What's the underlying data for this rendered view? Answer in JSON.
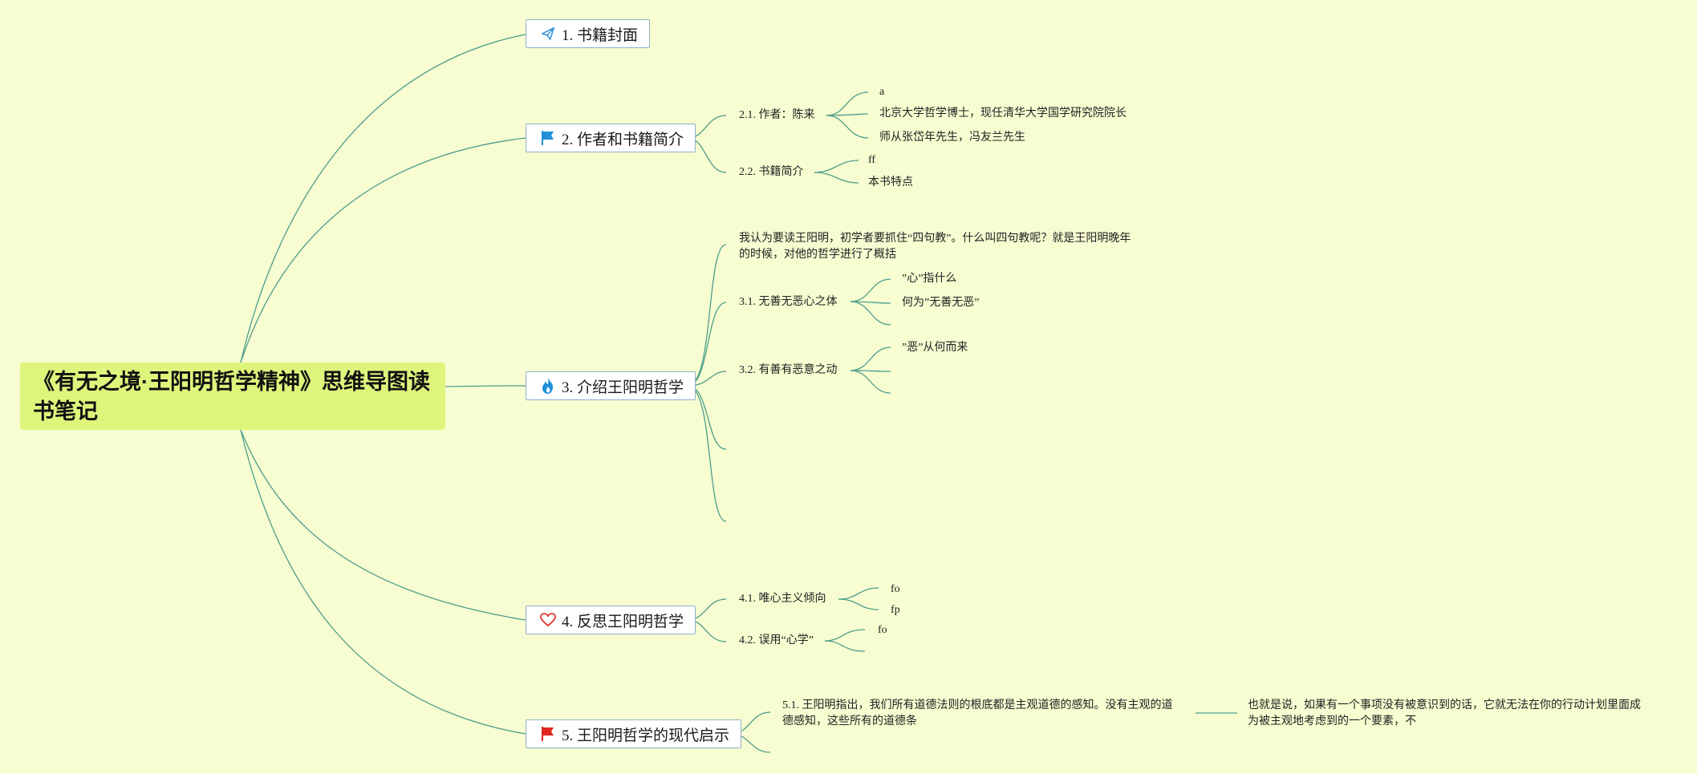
{
  "root": {
    "title": "《有无之境·王阳明哲学精神》思维导图读书笔记"
  },
  "branches": [
    {
      "id": "b1",
      "label": "1. 书籍封面",
      "icon": "paper-plane-icon",
      "icon_color": "#2b8fd6",
      "children": []
    },
    {
      "id": "b2",
      "label": "2. 作者和书籍简介",
      "icon": "flag-icon",
      "icon_color": "#1e8fd8",
      "children": [
        {
          "label": "2.1. 作者：陈来",
          "children": [
            "a",
            "北京大学哲学博士，现任清华大学国学研究院院长",
            "师从张岱年先生，冯友兰先生"
          ]
        },
        {
          "label": "2.2. 书籍简介",
          "children": [
            "ff",
            "本书特点"
          ]
        }
      ]
    },
    {
      "id": "b3",
      "label": "3. 介绍王阳明哲学",
      "icon": "fire-icon",
      "icon_color": "#1e8fd8",
      "children": [
        {
          "label": "我认为要读王阳明，初学者要抓住“四句教”。什么叫四句教呢？就是王阳明晚年的时候，对他的哲学进行了概括",
          "children": []
        },
        {
          "label": "3.1. 无善无恶心之体",
          "children": [
            "”心”指什么",
            "何为”无善无恶”",
            ""
          ]
        },
        {
          "label": "3.2. 有善有恶意之动",
          "children": [
            "”恶”从何而来",
            "",
            ""
          ]
        },
        {
          "label": "",
          "children": []
        },
        {
          "label": "",
          "children": []
        }
      ]
    },
    {
      "id": "b4",
      "label": "4. 反思王阳明哲学",
      "icon": "heart-icon",
      "icon_color": "#e03a2f",
      "children": [
        {
          "label": "4.1. 唯心主义倾向",
          "children": [
            "fo",
            "fp"
          ]
        },
        {
          "label": "4.2. 误用“心学”",
          "children": [
            "fo",
            ""
          ]
        }
      ]
    },
    {
      "id": "b5",
      "label": "5. 王阳明哲学的现代启示",
      "icon": "flag-icon",
      "icon_color": "#e0281e",
      "children": [
        {
          "label": "5.1. 王阳明指出，我们所有道德法则的根底都是主观道德的感知。没有主观的道德感知，这些所有的道德条",
          "children": [
            "也就是说，如果有一个事项没有被意识到的话，它就无法在你的行动计划里面成为被主观地考虑到的一个要素，不"
          ]
        },
        {
          "label": "",
          "children": []
        }
      ]
    }
  ]
}
